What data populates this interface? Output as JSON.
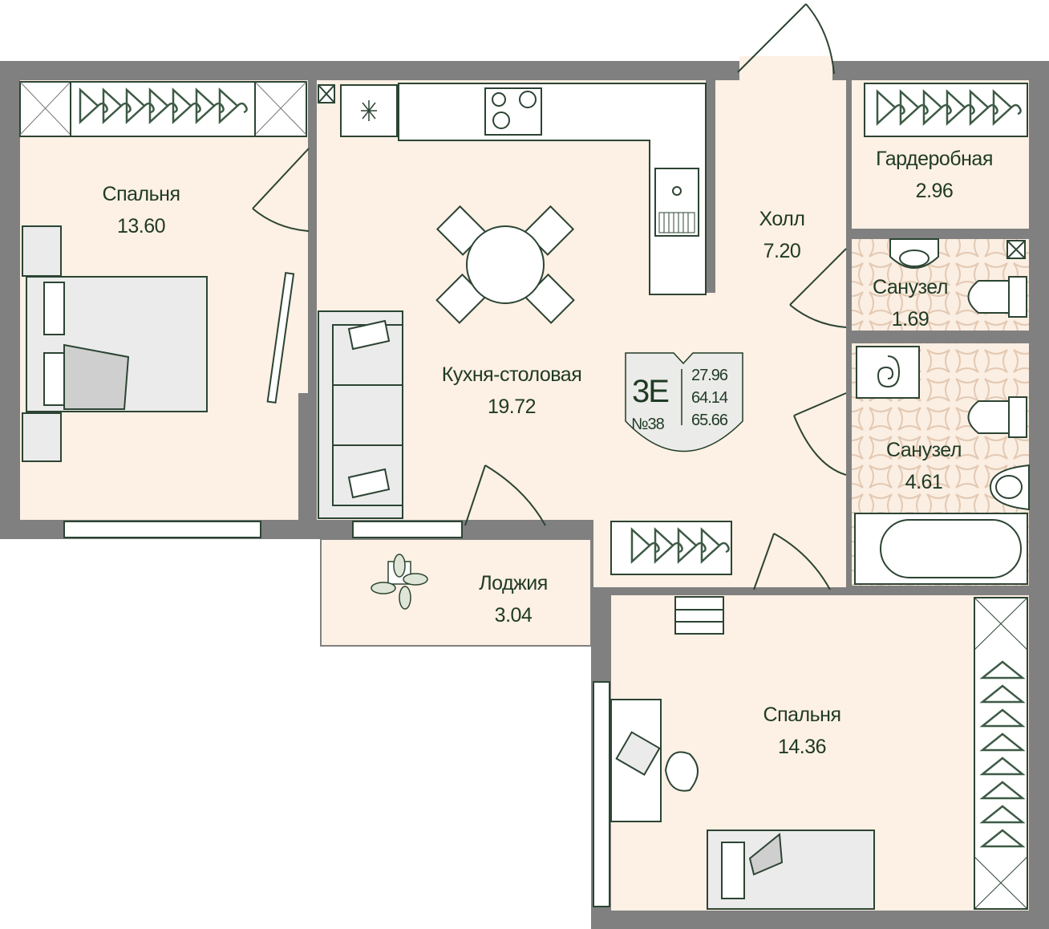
{
  "plan": {
    "apartment_type": "3E",
    "apartment_number": "№38",
    "areas": [
      "27.96",
      "64.14",
      "65.66"
    ]
  },
  "rooms": [
    {
      "name": "Спальня",
      "area": "13.60"
    },
    {
      "name": "Кухня-столовая",
      "area": "19.72"
    },
    {
      "name": "Холл",
      "area": "7.20"
    },
    {
      "name": "Гардеробная",
      "area": "2.96"
    },
    {
      "name": "Санузел",
      "area": "1.69"
    },
    {
      "name": "Санузел",
      "area": "4.61"
    },
    {
      "name": "Лоджия",
      "area": "3.04"
    },
    {
      "name": "Спальня",
      "area": "14.36"
    }
  ],
  "colors": {
    "wall": "#808080",
    "floor": "#fdf0e4",
    "text": "#1f3a24",
    "furniture": "#ebebeb"
  }
}
